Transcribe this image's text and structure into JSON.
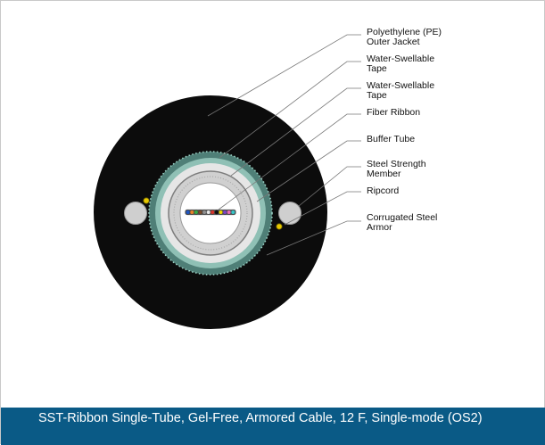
{
  "diagram": {
    "labels": [
      [
        "Polyethylene (PE)",
        "Outer Jacket"
      ],
      [
        "Water-Swellable",
        "Tape"
      ],
      [
        "Water-Swellable",
        "Tape"
      ],
      [
        "Fiber Ribbon"
      ],
      [
        "Buffer Tube"
      ],
      [
        "Steel Strength",
        "Member"
      ],
      [
        "Ripcord"
      ],
      [
        "Corrugated Steel",
        "Armor"
      ]
    ],
    "fiber_colors": [
      "#1f56c4",
      "#e8812a",
      "#39a845",
      "#7a4b2b",
      "#8f8f8f",
      "#e8e8e8",
      "#d6342c",
      "#111111",
      "#f0d800",
      "#7a45c0",
      "#e76fb4",
      "#38c5c8"
    ]
  },
  "caption": {
    "text": "SST-Ribbon Single-Tube, Gel-Free, Armored Cable, 12 F, Single-mode (OS2)"
  }
}
